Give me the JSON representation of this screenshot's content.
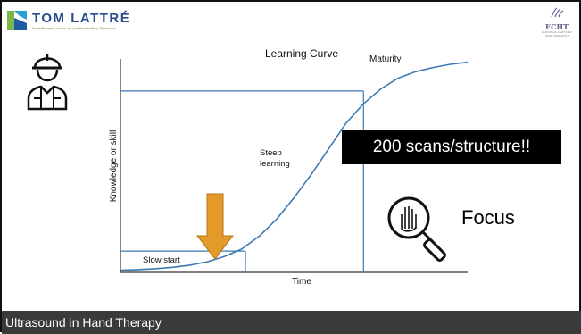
{
  "header": {
    "brand_name": "TOM LATTRÉ",
    "brand_tagline": "Kinesitherapie | hand- en polsrevalidatie | Ultrasound",
    "echt_logo": "ECHT",
    "echt_subtitle": [
      "EUROPEAN CERTIFIED",
      "HAND THERAPIST"
    ]
  },
  "chart_data": {
    "type": "line",
    "title": "Learning Curve",
    "xlabel": "Time",
    "ylabel": "Knowledge or skill",
    "x": [
      0,
      0.5,
      1,
      1.5,
      2,
      2.5,
      3,
      3.5,
      4,
      4.5,
      5,
      5.5,
      6,
      6.5,
      7,
      7.5,
      8,
      8.5,
      9,
      9.5,
      10
    ],
    "y": [
      0.01,
      0.013,
      0.017,
      0.024,
      0.034,
      0.05,
      0.075,
      0.11,
      0.17,
      0.25,
      0.35,
      0.46,
      0.58,
      0.7,
      0.79,
      0.86,
      0.91,
      0.94,
      0.96,
      0.975,
      0.985
    ],
    "xlim": [
      0,
      10
    ],
    "ylim": [
      0,
      1
    ],
    "reference_lines": [
      {
        "x": 3.6,
        "y": 0.1
      },
      {
        "x": 7.0,
        "y": 0.85
      }
    ],
    "annotations": [
      {
        "text": "Slow start"
      },
      {
        "text": "Steep learning"
      },
      {
        "text": "Maturity"
      }
    ],
    "grid": false
  },
  "callout": "200 scans/structure!!",
  "focus_label": "Focus",
  "footer_title": "Ultrasound in Hand Therapy",
  "colors": {
    "brand_blue": "#2a4d8f",
    "axis": "#3d7ab5",
    "curve": "#3d7ab5",
    "arrow": "#e39a2a",
    "footer_bg": "#3a3a3a",
    "callout_bg": "#000000"
  },
  "icons": {
    "worker": "construction-worker-icon",
    "focus": "magnifier-hand-icon",
    "arrow": "down-arrow-icon"
  }
}
